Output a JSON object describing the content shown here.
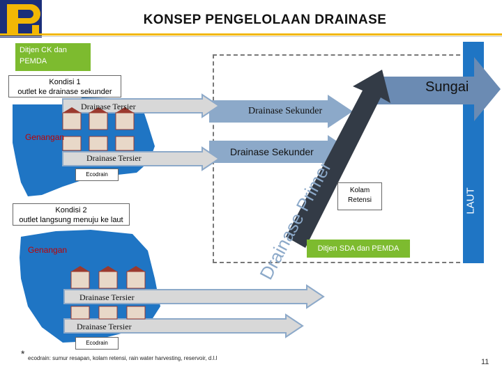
{
  "title": "KONSEP PENGELOLAAN DRAINASE",
  "boxes": {
    "ditjen_ck": "Ditjen CK  dan PEMDA",
    "kondisi1_line1": "Kondisi 1",
    "kondisi1_line2": "outlet ke drainase sekunder",
    "kondisi2_line1": "Kondisi 2",
    "kondisi2_line2": "outlet langsung menuju ke laut",
    "kolam_retensi": "Kolam Retensi",
    "ditjen_sda": "Ditjen SDA dan PEMDA",
    "ecodrain_1": "Ecodrain",
    "ecodrain_2": "Ecodrain"
  },
  "arrows": {
    "sungai": "Sungai",
    "drainase_primer": "Drainase Primer",
    "drainase_sekunder_1": "Drainase Sekunder",
    "drainase_sekunder_2": "Drainase Sekunder",
    "drainase_tersier_1": "Drainase Tersier",
    "drainase_tersier_2": "Drainase Tersier",
    "drainase_tersier_3": "Drainase Tersier",
    "drainase_tersier_4": "Drainase Tersier"
  },
  "labels": {
    "laut": "LAUT",
    "genangan_1": "Genangan",
    "genangan_2": "Genangan"
  },
  "footnote": {
    "marker": "*",
    "text": "ecodrain: sumur resapan,  kolam retensi, rain water harvesting, reservoir, d.l.l"
  },
  "page_number": "11",
  "colors": {
    "green": "#7dbb2f",
    "blue": "#8ca9c9",
    "dark_arrow": "#333b46",
    "sungai_arrow": "#6b8bb3",
    "laut_blue": "#1f75c4",
    "house_roof": "#9b3a2f",
    "accent_yellow": "#f2b705"
  }
}
